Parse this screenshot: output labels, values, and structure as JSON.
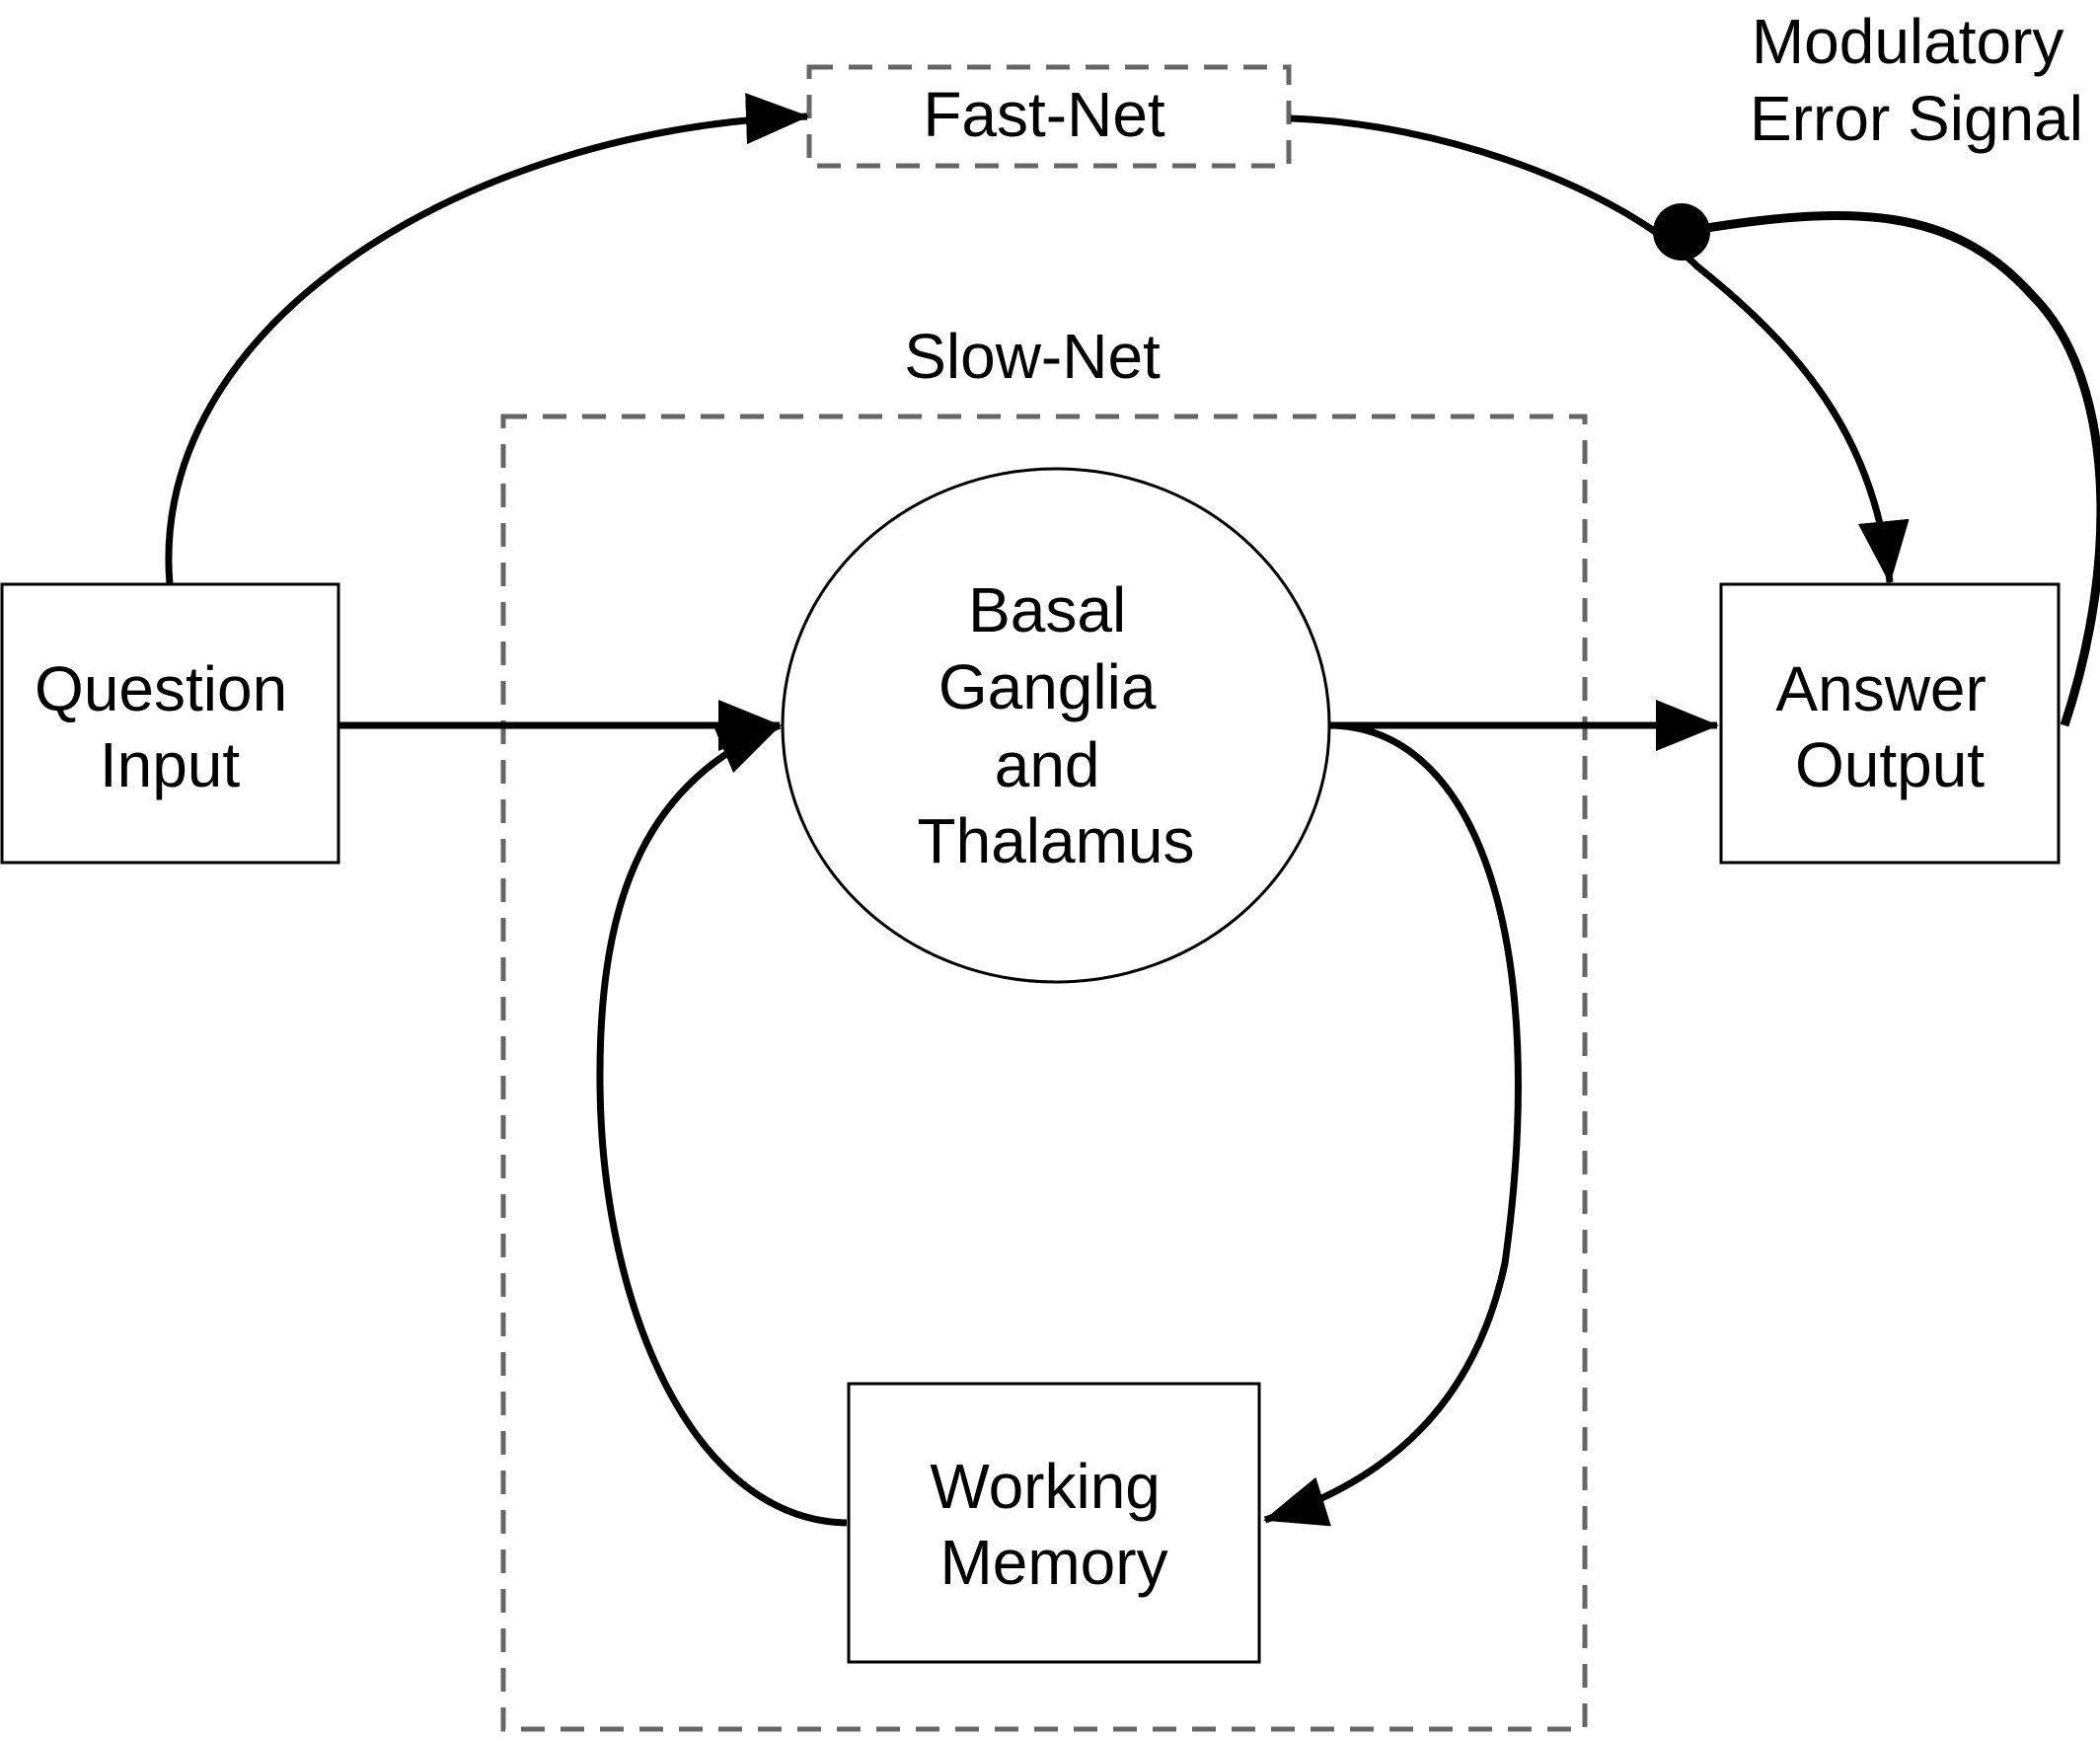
{
  "nodes": {
    "question_input": {
      "lines": [
        "Question",
        "Input"
      ]
    },
    "answer_output": {
      "lines": [
        "Answer",
        "Output"
      ]
    },
    "basal_ganglia": {
      "lines": [
        "Basal",
        "Ganglia",
        "and",
        "Thalamus"
      ]
    },
    "working_memory": {
      "lines": [
        "Working",
        "Memory"
      ]
    }
  },
  "groups": {
    "fast_net": {
      "label": "Fast-Net"
    },
    "slow_net": {
      "label": "Slow-Net"
    }
  },
  "annotations": {
    "modulatory": {
      "lines": [
        "Modulatory",
        "Error Signal"
      ]
    }
  },
  "colors": {
    "dashed_border": "#666666",
    "stroke": "#000000",
    "background": "#ffffff"
  }
}
